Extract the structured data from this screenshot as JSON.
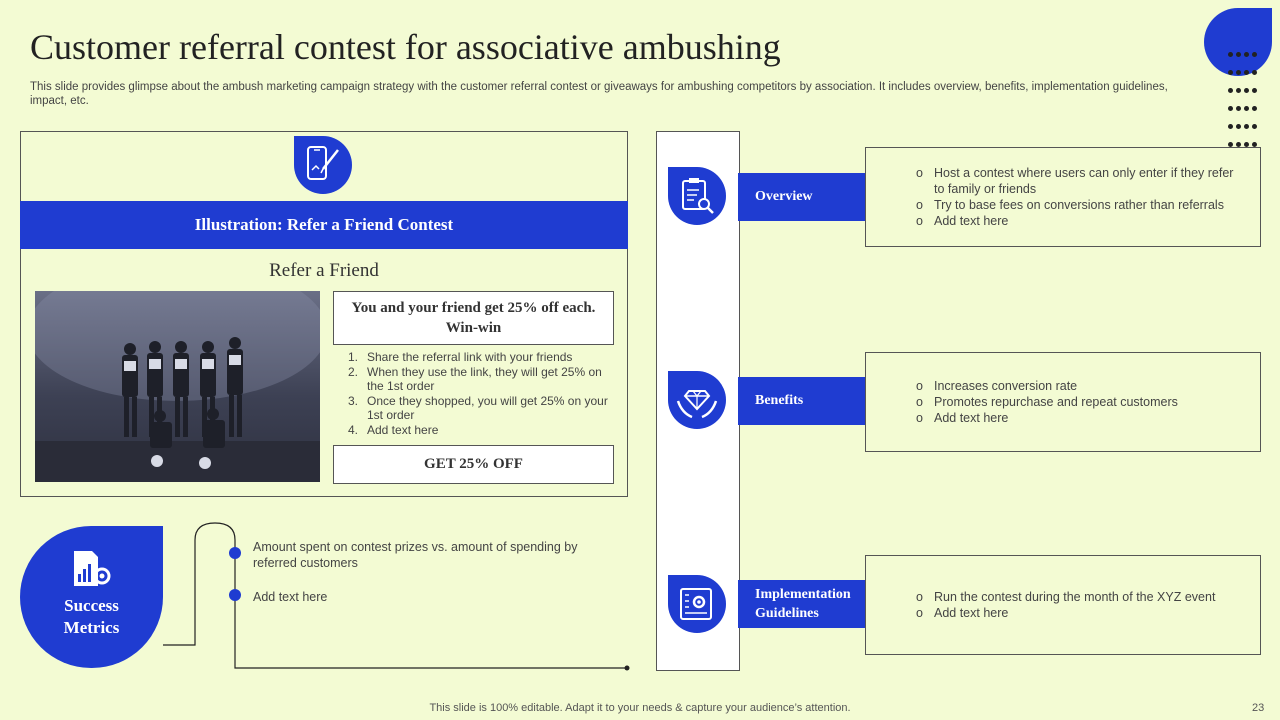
{
  "slide": {
    "title": "Customer referral contest for associative ambushing",
    "subtitle": "This slide provides glimpse about the ambush marketing campaign strategy with the customer referral contest or giveaways for ambushing competitors by association. It includes overview, benefits, implementation guidelines, impact, etc.",
    "page_number": "23",
    "footer": "This slide is 100% editable. Adapt it to your needs & capture your audience’s attention."
  },
  "illustration": {
    "icon": "smartphone-pen-icon",
    "bar_title": "Illustration: Refer a Friend Contest",
    "heading": "Refer a Friend",
    "photo": "team-photo",
    "offer": "You and your friend get 25% off each. Win-win",
    "steps": [
      {
        "num": "1.",
        "text": "Share the referral link with your friends"
      },
      {
        "num": "2.",
        "text": "When they use the link, they will get 25% on the 1st order"
      },
      {
        "num": "3.",
        "text": "Once they shopped, you will get 25% on your 1st order"
      },
      {
        "num": "4.",
        "text": "Add text here"
      }
    ],
    "cta": "GET 25% OFF"
  },
  "success_metrics": {
    "icon": "report-gear-icon",
    "label_line1": "Success",
    "label_line2": "Metrics",
    "items": [
      "Amount spent on contest prizes vs. amount of spending by referred customers",
      "Add text here"
    ]
  },
  "sections": [
    {
      "icon": "clipboard-search-icon",
      "label": "Overview",
      "bullets": [
        "Host a contest where users can only enter if they refer to family or friends",
        "Try to base fees on conversions rather than referrals",
        "Add text here"
      ]
    },
    {
      "icon": "diamond-hands-icon",
      "label": "Benefits",
      "bullets": [
        "Increases conversion rate",
        "Promotes repurchase and repeat customers",
        "Add text here"
      ]
    },
    {
      "icon": "document-gear-icon",
      "label": "Implementation Guidelines",
      "bullets": [
        "Run the contest during the month of the XYZ event",
        "Add text here"
      ]
    }
  ],
  "colors": {
    "accent": "#1F3CD1",
    "background": "#F3FBD3"
  }
}
